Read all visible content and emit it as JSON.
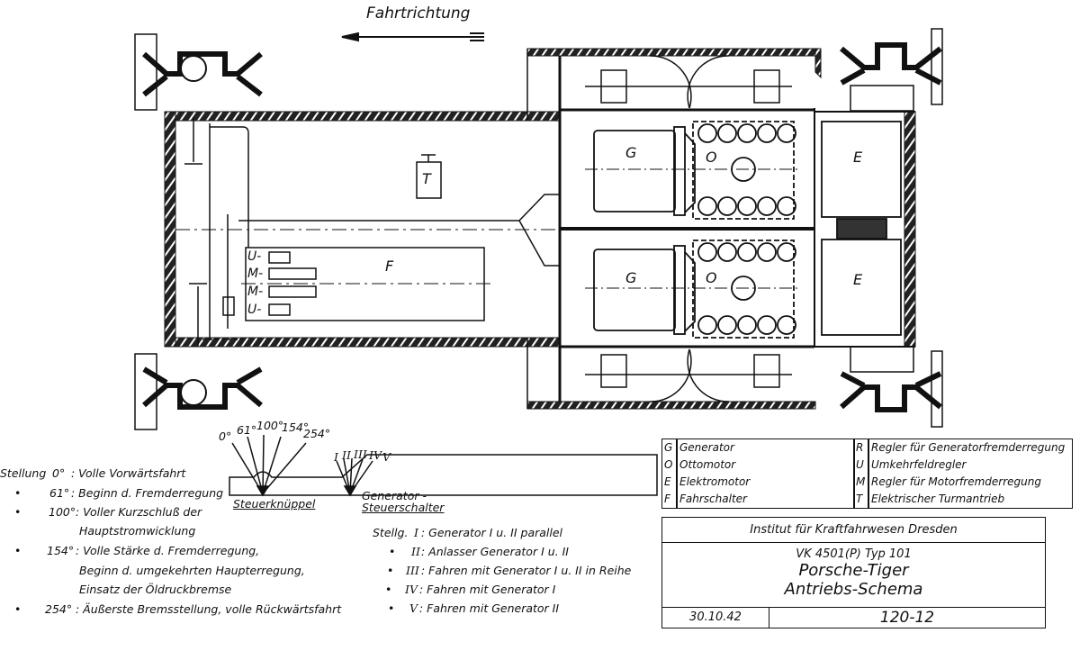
{
  "title": "Fahrtrichtung",
  "components": {
    "generator_top": "G",
    "generator_bottom": "G",
    "engine_top": "O",
    "engine_bottom": "O",
    "motor_top": "E",
    "motor_bottom": "E",
    "turret_drive": "T",
    "drive_switch": "F",
    "switch_labels": [
      "U-",
      "M-",
      "M-",
      "U-"
    ]
  },
  "lever": {
    "angles": [
      "0°",
      "61°",
      "100°",
      "154°",
      "254°"
    ],
    "label": "Steuerknüppel"
  },
  "gen_switch": {
    "positions": [
      "I",
      "II",
      "III",
      "IV",
      "V"
    ],
    "label_line1": "Generator -",
    "label_line2": "Steuerschalter"
  },
  "stellung_notes": [
    {
      "marker": "Stellung",
      "angle": "0°",
      "text": ": Volle Vorwärtsfahrt"
    },
    {
      "marker": "•",
      "angle": "61°",
      "text": ": Beginn d. Fremderregung"
    },
    {
      "marker": "•",
      "angle": "100°",
      "text": ": Voller Kurzschluß der",
      "cont": [
        "Hauptstromwicklung"
      ]
    },
    {
      "marker": "•",
      "angle": "154°",
      "text": ": Volle Stärke d. Fremderregung,",
      "cont": [
        "Beginn d. umgekehrten Haupterregung,",
        "Einsatz der Öldruckbremse"
      ]
    },
    {
      "marker": "•",
      "angle": "254°",
      "text": ": Äußerste Bremsstellung, volle Rückwärtsfahrt"
    }
  ],
  "stellg_notes": [
    {
      "marker": "Stellg.",
      "pos": "I",
      "text": ": Generator I u. II parallel"
    },
    {
      "marker": "•",
      "pos": "II",
      "text": ": Anlasser Generator I u. II"
    },
    {
      "marker": "•",
      "pos": "III",
      "text": ": Fahren mit Generator I u. II in Reihe"
    },
    {
      "marker": "•",
      "pos": "IV",
      "text": ": Fahren mit Generator I"
    },
    {
      "marker": "•",
      "pos": "V",
      "text": ": Fahren mit Generator II"
    }
  ],
  "legend": {
    "left": [
      {
        "key": "G",
        "desc": "Generator"
      },
      {
        "key": "O",
        "desc": "Ottomotor"
      },
      {
        "key": "E",
        "desc": "Elektromotor"
      },
      {
        "key": "F",
        "desc": "Fahrschalter"
      }
    ],
    "right": [
      {
        "key": "R",
        "desc": "Regler für Generatorfremderregung"
      },
      {
        "key": "U",
        "desc": "Umkehrfeldregler"
      },
      {
        "key": "M",
        "desc": "Regler für Motorfremderregung"
      },
      {
        "key": "T",
        "desc": "Elektrischer Turmantrieb"
      }
    ]
  },
  "title_block": {
    "institute": "Institut für Kraftfahrwesen Dresden",
    "type": "VK 4501(P) Typ 101",
    "name": "Porsche-Tiger",
    "subtitle": "Antriebs-Schema",
    "date": "30.10.42",
    "number": "120-12"
  }
}
